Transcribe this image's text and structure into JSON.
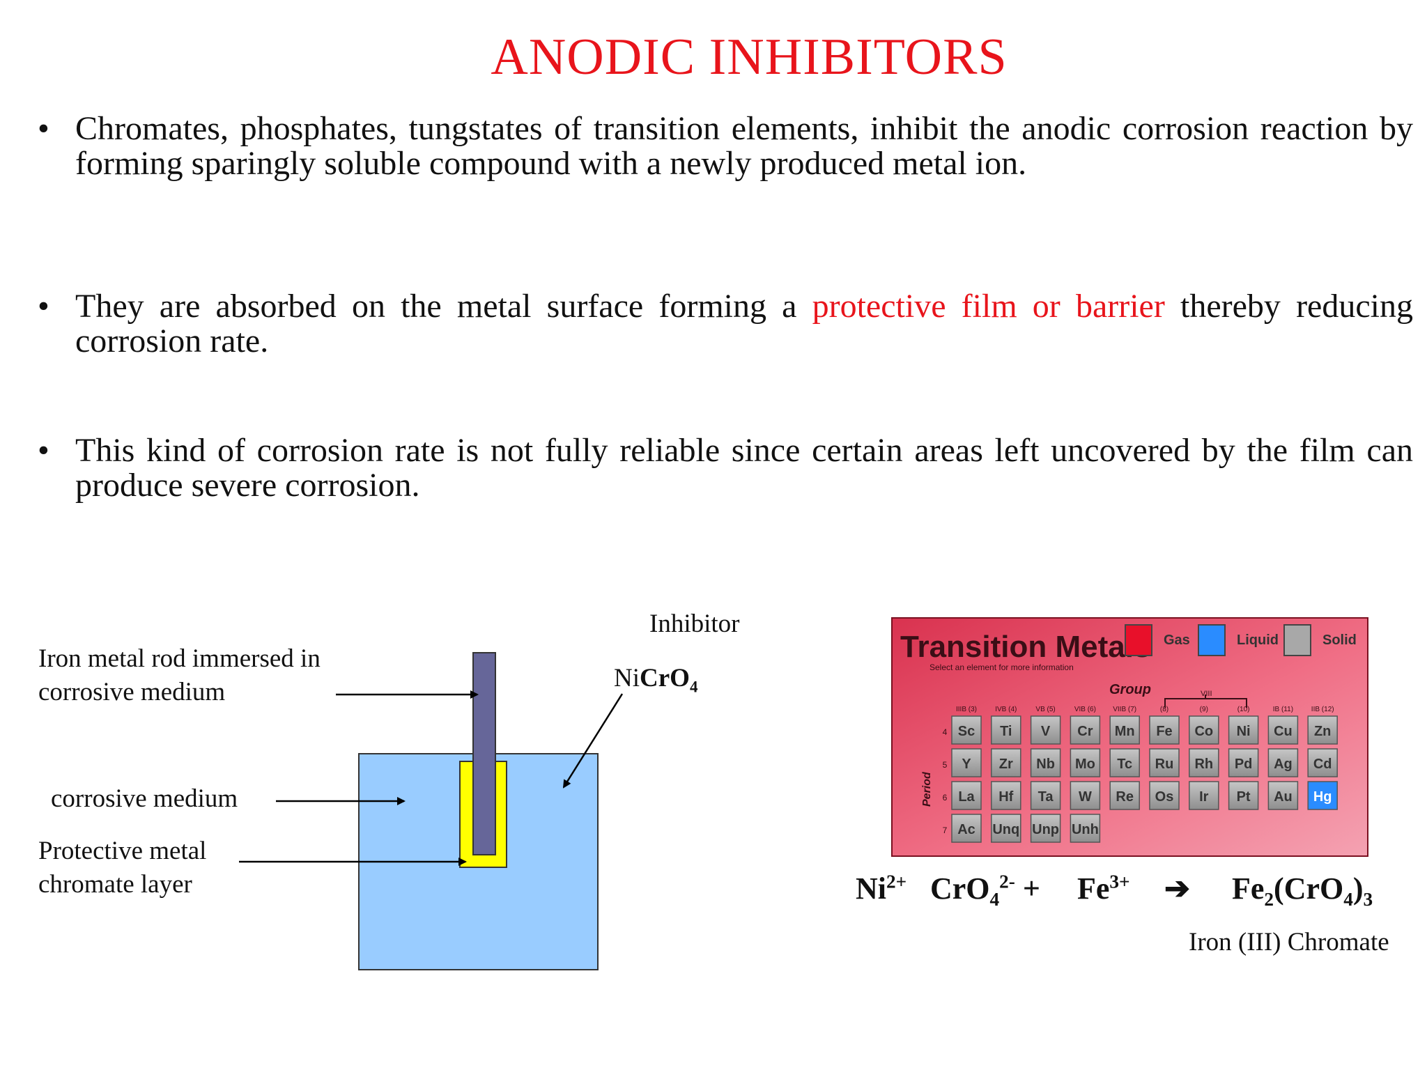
{
  "title": "ANODIC INHIBITORS",
  "bullets": {
    "b1": "Chromates, phosphates, tungstates of  transition elements, inhibit the anodic corrosion reaction by forming sparingly soluble compound with a newly produced metal ion.",
    "b2_start": "They are absorbed on the metal surface forming a ",
    "b2_highlight": "protective film or barrier",
    "b2_end": " thereby reducing corrosion rate.",
    "b3": "This kind of corrosion rate is not fully reliable since certain areas left uncovered by the film can produce severe corrosion."
  },
  "diagram": {
    "label_rod_1": "Iron metal rod immersed in",
    "label_rod_2": "corrosive medium",
    "label_medium": "corrosive medium",
    "label_layer_1": "Protective metal",
    "label_layer_2": "chromate layer",
    "label_inhibitor": "Inhibitor",
    "formula_ni": "Ni",
    "formula_cro": "CrO",
    "formula_sub": "4",
    "colors": {
      "medium": "#99ccff",
      "rod": "#666699",
      "layer": "#ffff00"
    }
  },
  "periodic_table": {
    "title": "Transition Metals",
    "subtitle": "Select an element for more information",
    "legend": [
      "Gas",
      "Liquid",
      "Solid"
    ],
    "group_label": "Group",
    "period_label": "Period",
    "viii_label": "VIII",
    "group_headers": [
      "IIIB (3)",
      "IVB (4)",
      "VB (5)",
      "VIB (6)",
      "VIIB (7)",
      "(8)",
      "(9)",
      "(10)",
      "IB (11)",
      "IIB (12)"
    ],
    "periods": [
      "4",
      "5",
      "6",
      "7"
    ],
    "rows": [
      [
        "Sc",
        "Ti",
        "V",
        "Cr",
        "Mn",
        "Fe",
        "Co",
        "Ni",
        "Cu",
        "Zn"
      ],
      [
        "Y",
        "Zr",
        "Nb",
        "Mo",
        "Tc",
        "Ru",
        "Rh",
        "Pd",
        "Ag",
        "Cd"
      ],
      [
        "La",
        "Hf",
        "Ta",
        "W",
        "Re",
        "Os",
        "Ir",
        "Pt",
        "Au",
        "Hg"
      ],
      [
        "Ac",
        "Unq",
        "Unp",
        "Unh"
      ]
    ],
    "liquid_element": "Hg",
    "colors": {
      "background": "#e8405e",
      "gas": "#e8102a",
      "liquid": "#2a8cff",
      "solid": "#a8a8a8"
    }
  },
  "equation": {
    "ni": "Ni",
    "ni_charge": "2+",
    "cro": "CrO",
    "cro_sub": "4",
    "cro_charge": "2-",
    "plus": "+",
    "fe": "Fe",
    "fe_charge": "3+",
    "arrow": "➔",
    "product_fe": "Fe",
    "product_fe_sub": "2",
    "product_cro": "(CrO",
    "product_cro_sub": "4",
    "product_close": ")",
    "product_sub": "3",
    "product_name": "Iron (III) Chromate"
  }
}
